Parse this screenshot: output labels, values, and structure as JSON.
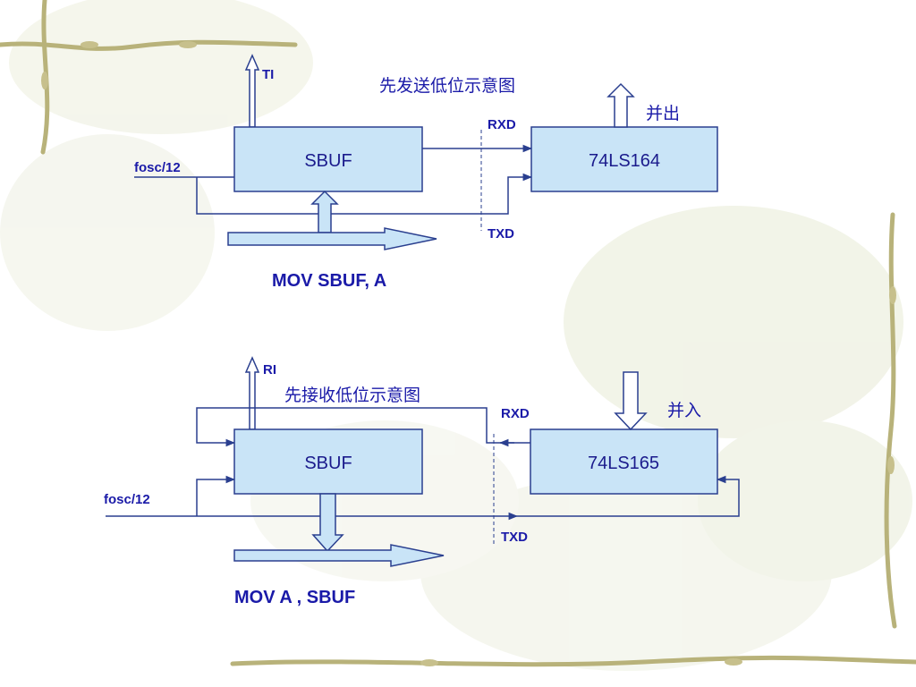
{
  "diagram_data": {
    "transmit": {
      "title": "先发送低位示意图",
      "sbuf_label": "SBUF",
      "device_label": "74LS164",
      "flag_label": "TI",
      "rxd_label": "RXD",
      "txd_label": "TXD",
      "clock_label": "fosc/12",
      "io_label": "并出",
      "instruction": "MOV  SBUF,  A"
    },
    "receive": {
      "title": "先接收低位示意图",
      "sbuf_label": "SBUF",
      "device_label": "74LS165",
      "flag_label": "RI",
      "rxd_label": "RXD",
      "txd_label": "TXD",
      "clock_label": "fosc/12",
      "io_label": "并入",
      "instruction": "MOV  A ,   SBUF"
    },
    "colors": {
      "box_fill": "#c9e4f7",
      "line": "#2a3f8f",
      "text": "#1a1aa8",
      "background_decor": "#d9dcb8"
    }
  }
}
